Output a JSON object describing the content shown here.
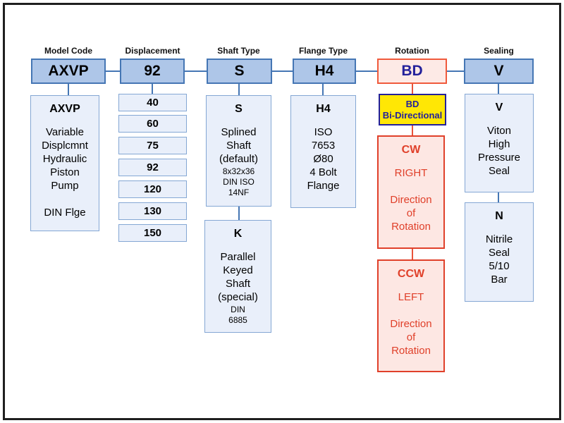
{
  "palette": {
    "header_fill": "#aec6e8",
    "header_border": "#4576b4",
    "body_fill": "#e9effa",
    "body_border": "#84a7d4",
    "rotation_header_fill": "#fdeae6",
    "rotation_header_border": "#f05a3c",
    "red_text": "#e0402a",
    "navy_text": "#23219b",
    "yellow_fill": "#ffe705",
    "connector_blue": "#4576b4",
    "connector_red": "#e8533a",
    "frame_border": "#1f1f1f"
  },
  "columns": {
    "model_code": {
      "label": "Model Code",
      "code": "AXVP",
      "detail": {
        "title": "AXVP",
        "text": "Variable\nDisplcmnt\nHydraulic\nPiston\nPump\n\nDIN Flge"
      }
    },
    "displacement": {
      "label": "Displacement",
      "code": "92",
      "options": [
        "40",
        "60",
        "75",
        "92",
        "120",
        "130",
        "150"
      ]
    },
    "shaft_type": {
      "label": "Shaft Type",
      "code": "S",
      "splined": {
        "title": "S",
        "text": "Splined\nShaft\n(default)",
        "small": "8x32x36\nDIN ISO\n14NF"
      },
      "keyed": {
        "title": "K",
        "text": "Parallel\nKeyed\nShaft\n(special)",
        "small": "DIN\n6885"
      }
    },
    "flange_type": {
      "label": "Flange Type",
      "code": "H4",
      "detail": {
        "title": "H4",
        "text": "ISO\n7653\nØ80\n4 Bolt\nFlange"
      }
    },
    "rotation": {
      "label": "Rotation",
      "code": "BD",
      "bi_directional": {
        "title": "BD",
        "text": "Bi-Directional"
      },
      "cw": {
        "title": "CW",
        "text": "RIGHT\n\nDirection\nof\nRotation"
      },
      "ccw": {
        "title": "CCW",
        "text": "LEFT\n\nDirection\nof\nRotation"
      }
    },
    "sealing": {
      "label": "Sealing",
      "code": "V",
      "viton": {
        "title": "V",
        "text": "Viton\nHigh\nPressure\nSeal"
      },
      "nitrile": {
        "title": "N",
        "text": "Nitrile\nSeal\n5/10\nBar"
      }
    }
  }
}
